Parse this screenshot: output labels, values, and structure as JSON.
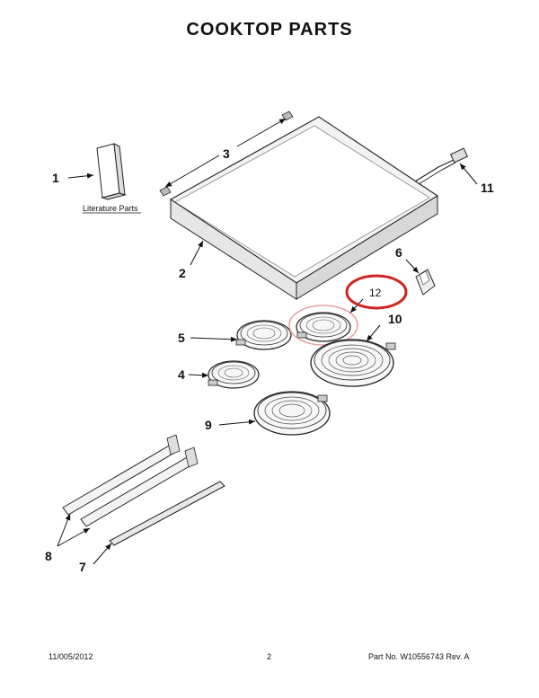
{
  "title": "COOKTOP PARTS",
  "literature_label": "Literature Parts",
  "callouts": {
    "c1": "1",
    "c2": "2",
    "c3": "3",
    "c4": "4",
    "c5": "5",
    "c6": "6",
    "c7": "7",
    "c8": "8",
    "c9": "9",
    "c10": "10",
    "c11": "11",
    "c12": "12"
  },
  "highlight_color": "#d32222",
  "footer": {
    "date": "11/005/2012",
    "page": "2",
    "part_no": "Part No.  W10556743  Rev.  A"
  }
}
